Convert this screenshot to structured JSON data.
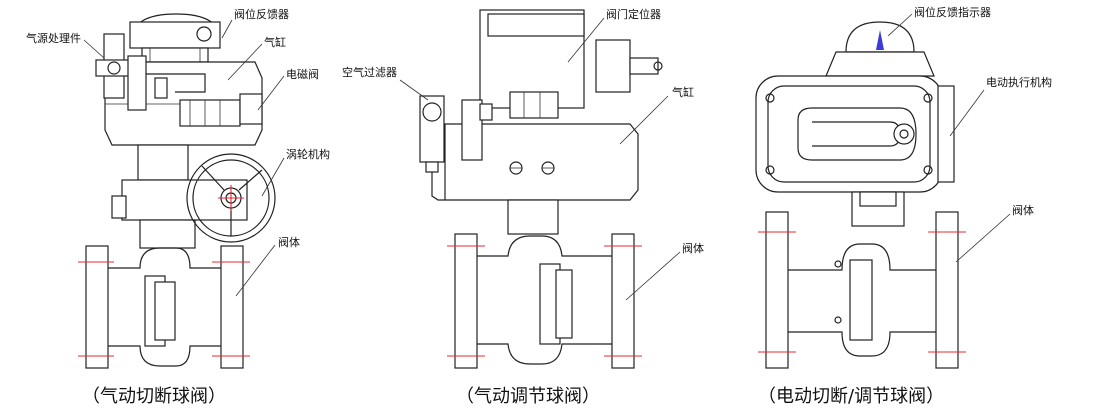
{
  "figures": [
    {
      "caption": "（气动切断球阀）",
      "labels": {
        "air_source": "气源处理件",
        "feedback": "阀位反馈器",
        "cylinder": "气缸",
        "solenoid": "电磁阀",
        "worm_gear": "涡轮机构",
        "body": "阀体"
      }
    },
    {
      "caption": "（气动调节球阀）",
      "labels": {
        "filter": "空气过滤器",
        "positioner": "阀门定位器",
        "cylinder": "气缸",
        "body": "阀体"
      }
    },
    {
      "caption": "（电动切断/调节球阀）",
      "labels": {
        "feedback_indicator": "阀位反馈指示器",
        "actuator": "电动执行机构",
        "body": "阀体"
      }
    }
  ],
  "colors": {
    "line": "#222222",
    "centerline": "#e8282d",
    "indicator": "#3b3bd8"
  }
}
